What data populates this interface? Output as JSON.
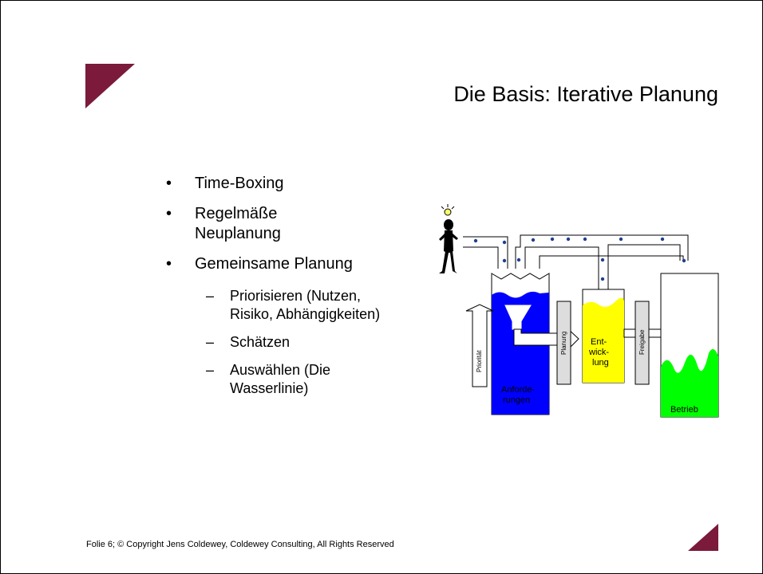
{
  "slide": {
    "title": "Die Basis: Iterative Planung",
    "bullets": [
      {
        "level": 1,
        "text": "Time-Boxing"
      },
      {
        "level": 1,
        "text": "Regelmäße Neuplanung"
      },
      {
        "level": 1,
        "text": "Gemeinsame Planung"
      },
      {
        "level": 2,
        "text": "Priorisieren (Nutzen, Risiko, Abhängigkeiten)"
      },
      {
        "level": 2,
        "text": "Schätzen"
      },
      {
        "level": 2,
        "text": "Auswählen (Die Wasserlinie)"
      }
    ],
    "footer": "Folie 6; © Copyright Jens Coldewey, Coldewey Consulting,  All Rights Reserved"
  },
  "diagram": {
    "labels": {
      "prioritaet": "Priorität",
      "anforderungen_1": "Anforde-",
      "anforderungen_2": "rungen",
      "planung": "Planung",
      "entwicklung_1": "Ent-",
      "entwicklung_2": "wick-",
      "entwicklung_3": "lung",
      "freigabe": "Freigabe",
      "betrieb": "Betrieb"
    },
    "colors": {
      "anforderungen": "#0000ff",
      "entwicklung": "#ffff00",
      "betrieb": "#00ff00",
      "accent": "#7b1a3a",
      "drop": "#1f3f8f"
    },
    "icons": [
      "idea-bulb-icon",
      "person-icon",
      "water-drop-icon"
    ]
  }
}
